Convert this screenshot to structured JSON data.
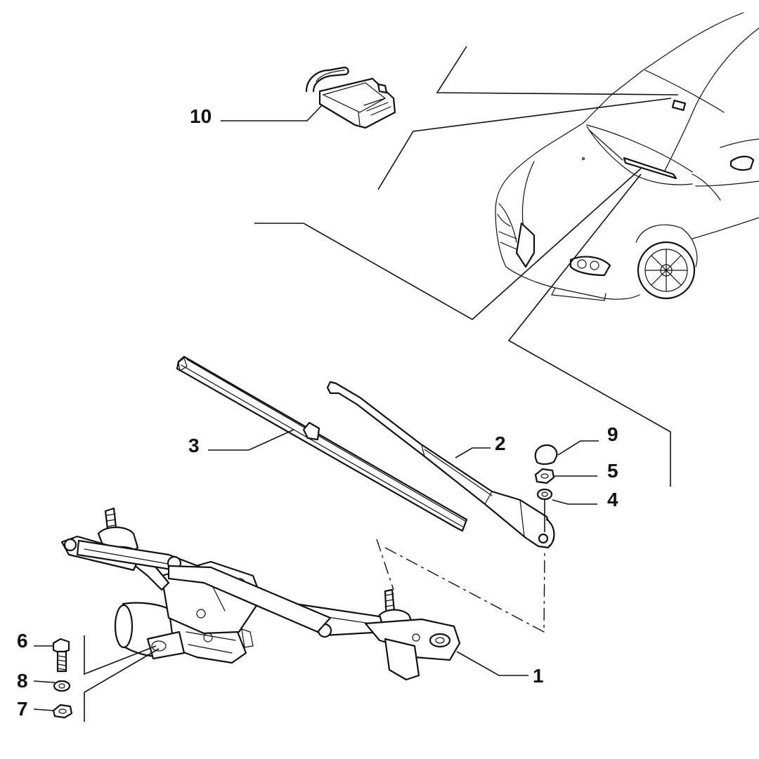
{
  "callouts": {
    "c1": "1",
    "c2": "2",
    "c3": "3",
    "c4": "4",
    "c5": "5",
    "c6": "6",
    "c7": "7",
    "c8": "8",
    "c9": "9",
    "c10": "10"
  },
  "parts": {
    "p1": "wiper-linkage-with-motor",
    "p2": "wiper-arm",
    "p3": "wiper-blade",
    "p4": "washer",
    "p5": "nut",
    "p6": "bolt",
    "p7": "nut",
    "p8": "washer",
    "p9": "cap",
    "p10": "rain-sensor"
  }
}
